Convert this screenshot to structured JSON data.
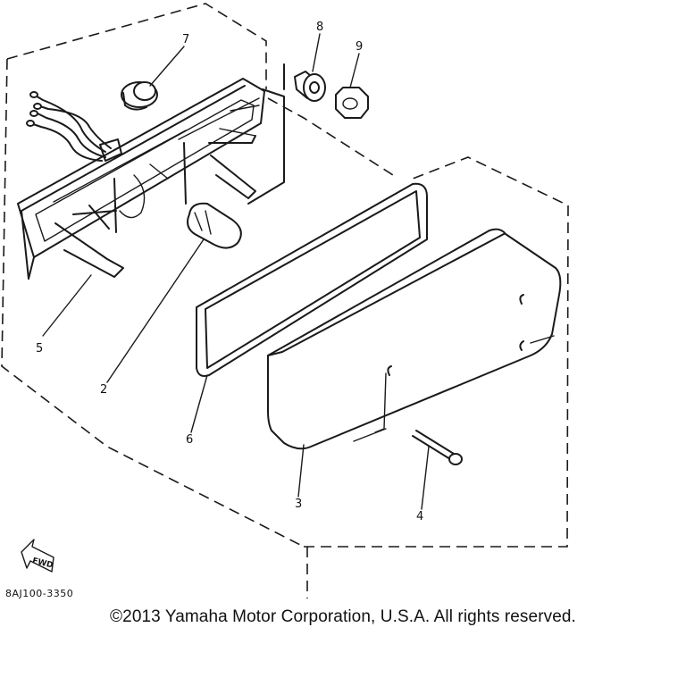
{
  "diagram": {
    "callouts": [
      {
        "id": "1-hidden",
        "label": ""
      },
      {
        "id": "2",
        "label": "2"
      },
      {
        "id": "3",
        "label": "3"
      },
      {
        "id": "4",
        "label": "4"
      },
      {
        "id": "5",
        "label": "5"
      },
      {
        "id": "6",
        "label": "6"
      },
      {
        "id": "7",
        "label": "7"
      },
      {
        "id": "8",
        "label": "8"
      },
      {
        "id": "9",
        "label": "9"
      }
    ],
    "fwd_label": "FWD",
    "part_code": "8AJ100-3350"
  },
  "footer": {
    "copyright": "©2013 Yamaha Motor Corporation, U.S.A. All rights reserved."
  }
}
